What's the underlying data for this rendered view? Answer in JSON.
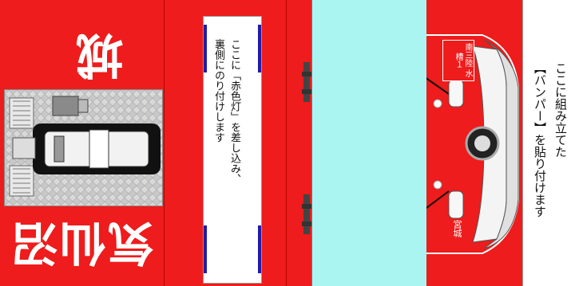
{
  "left_panel": {
    "top_kanji": "宮城",
    "bottom_kanji": "気仙沼"
  },
  "instruction_center": {
    "line1": "ここに「赤色灯」を差し込み、",
    "line2": "裏側にのり付けします"
  },
  "front": {
    "plate_line1": "南三陸",
    "plate_line2": "水槽１",
    "bumper_name": "宮城"
  },
  "instruction_right": {
    "line1": "ここに組み立てた",
    "line2": "【バンパー】を貼り付けます"
  },
  "colors": {
    "body_red": "#ee1c1c",
    "window_cyan": "#aaf5f2",
    "accent_blue": "#1d1daa"
  }
}
